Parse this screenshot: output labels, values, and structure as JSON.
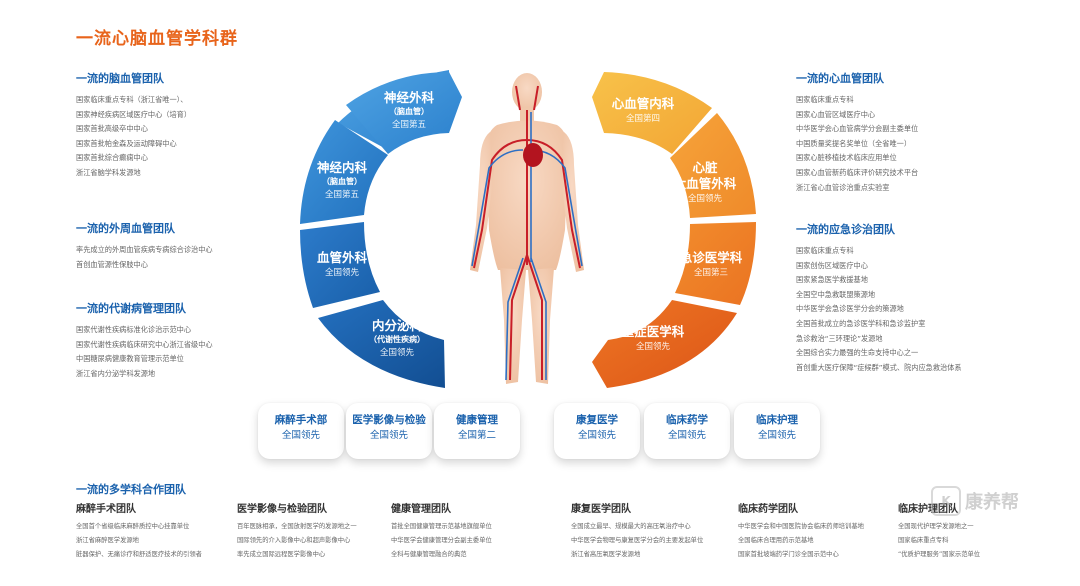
{
  "page_title": "一流心脑血管学科群",
  "left_teams": [
    {
      "title": "一流的脑血管团队",
      "items": [
        "国家临床重点专科（浙江省唯一）、",
        "国家神经疾病区域医疗中心（培育）",
        "国家首批高级卒中中心",
        "国家首批帕金森及运动障碍中心",
        "国家首批综合癫痫中心",
        "浙江省脑学科发源地"
      ]
    },
    {
      "title": "一流的外周血管团队",
      "items": [
        "率先成立的外周血管疾病专病综合诊治中心",
        "首创血管源性保肢中心"
      ]
    },
    {
      "title": "一流的代谢病管理团队",
      "items": [
        "国家代谢性疾病标准化诊治示范中心",
        "国家代谢性疾病临床研究中心浙江省级中心",
        "中国糖尿病健康教育管理示范单位",
        "浙江省内分泌学科发源地"
      ]
    }
  ],
  "right_teams": [
    {
      "title": "一流的心血管团队",
      "items": [
        "国家临床重点专科",
        "国家心血管区域医疗中心",
        "中华医学会心血管病学分会副主委单位",
        "中国质量奖提名奖单位（全省唯一）",
        "国家心脏移植技术临床应用单位",
        "国家心血管新药临床评价研究技术平台",
        "浙江省心血管诊治重点实验室"
      ]
    },
    {
      "title": "一流的应急诊治团队",
      "items": [
        "国家临床重点专科",
        "国家创伤区域医疗中心",
        "国家紧急医学救援基地",
        "全国空中急救联盟策源地",
        "中华医学会急诊医学分会的策源地",
        "全国首批成立的急诊医学科和急诊监护室",
        "急诊救治“三环理论”发源地",
        "全国综合实力最强的生命支持中心之一",
        "首创重大医疗保障“症候群”模式、院内应急救治体系"
      ]
    }
  ],
  "left_segments": [
    {
      "name": "神经外科",
      "sub": "（脑血管）",
      "rank": "全国第五"
    },
    {
      "name": "神经内科",
      "sub": "（脑血管）",
      "rank": "全国第五"
    },
    {
      "name": "血管外科",
      "sub": "",
      "rank": "全国领先"
    },
    {
      "name": "内分泌科",
      "sub": "（代谢性疾病）",
      "rank": "全国领先"
    }
  ],
  "right_segments": [
    {
      "name": "心血管内科",
      "sub": "",
      "rank": "全国第四"
    },
    {
      "name": "心脏",
      "name2": "大血管外科",
      "rank": "全国领先"
    },
    {
      "name": "急诊医学科",
      "sub": "",
      "rank": "全国第三"
    },
    {
      "name": "重症医学科",
      "sub": "",
      "rank": "全国领先"
    }
  ],
  "support_cards": [
    {
      "name": "麻醉手术部",
      "rank": "全国领先"
    },
    {
      "name": "医学影像与检验",
      "rank": "全国领先"
    },
    {
      "name": "健康管理",
      "rank": "全国第二"
    },
    {
      "name": "康复医学",
      "rank": "全国领先"
    },
    {
      "name": "临床药学",
      "rank": "全国领先"
    },
    {
      "name": "临床护理",
      "rank": "全国领先"
    }
  ],
  "mdt_title": "一流的多学科合作团队",
  "mdt_teams": [
    {
      "name": "麻醉手术团队",
      "items": [
        "全国首个省级临床麻醉质控中心挂靠单位",
        "浙江省麻醉医学发源地",
        "脏器保护、无痛诊疗和舒适医疗技术的引领者"
      ]
    },
    {
      "name": "医学影像与检验团队",
      "items": [
        "百年医脉相承，全国放射医学的发源地之一",
        "国际领先的介入影像中心和超声影像中心",
        "率先成立国际远程医学影像中心"
      ]
    },
    {
      "name": "健康管理团队",
      "items": [
        "首批全国健康管理示范基地旗舰单位",
        "中华医学会健康管理分会副主委单位",
        "全科与健康管理融合的典范"
      ]
    },
    {
      "name": "康复医学团队",
      "items": [
        "全国成立最早、规模最大的高压氧治疗中心",
        "中华医学会物理与康复医学分会的主要发起单位",
        "浙江省高压氧医学发源地"
      ]
    },
    {
      "name": "临床药学团队",
      "items": [
        "中华医学会和中国医院协会临床药师培训基地",
        "全国临床合理用药示范基地",
        "国家首批坡端药学门诊全国示范中心"
      ]
    },
    {
      "name": "临床护理团队",
      "items": [
        "全国现代护理学发源地之一",
        "国家临床重点专科",
        "“优质护理服务”国家示范单位"
      ]
    }
  ],
  "watermark": {
    "logo": "K",
    "text": "康养帮"
  },
  "colors": {
    "title_orange": "#e8641b",
    "blue": "#1b62ad",
    "blue_light": "#3d92d8",
    "orange_light": "#f3a83a",
    "orange_dark": "#e2591c"
  }
}
